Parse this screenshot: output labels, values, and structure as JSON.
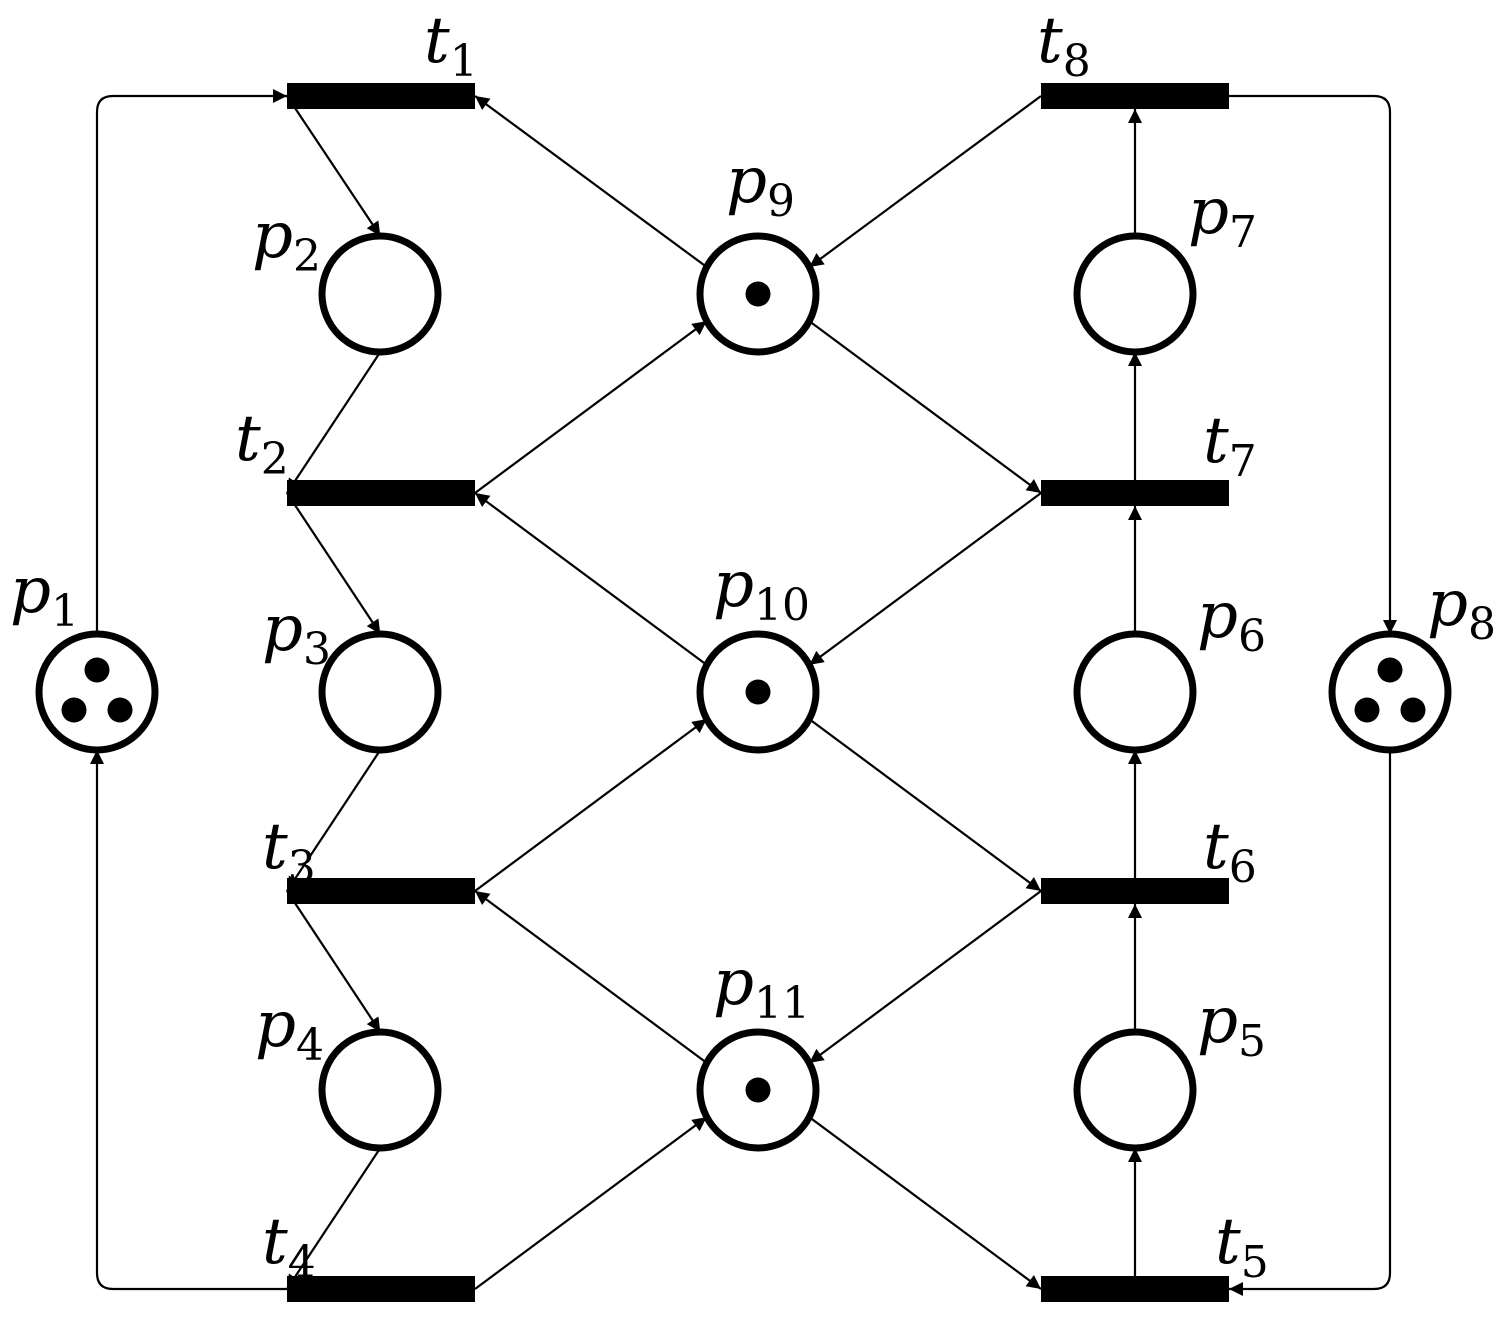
{
  "places": [
    {
      "id": "p1",
      "base": "p",
      "sub": "1",
      "tokens": 3
    },
    {
      "id": "p2",
      "base": "p",
      "sub": "2",
      "tokens": 0
    },
    {
      "id": "p3",
      "base": "p",
      "sub": "3",
      "tokens": 0
    },
    {
      "id": "p4",
      "base": "p",
      "sub": "4",
      "tokens": 0
    },
    {
      "id": "p5",
      "base": "p",
      "sub": "5",
      "tokens": 0
    },
    {
      "id": "p6",
      "base": "p",
      "sub": "6",
      "tokens": 0
    },
    {
      "id": "p7",
      "base": "p",
      "sub": "7",
      "tokens": 0
    },
    {
      "id": "p8",
      "base": "p",
      "sub": "8",
      "tokens": 3
    },
    {
      "id": "p9",
      "base": "p",
      "sub": "9",
      "tokens": 1
    },
    {
      "id": "p10",
      "base": "p",
      "sub": "10",
      "tokens": 1
    },
    {
      "id": "p11",
      "base": "p",
      "sub": "11",
      "tokens": 1
    }
  ],
  "transitions": [
    {
      "id": "t1",
      "base": "t",
      "sub": "1"
    },
    {
      "id": "t2",
      "base": "t",
      "sub": "2"
    },
    {
      "id": "t3",
      "base": "t",
      "sub": "3"
    },
    {
      "id": "t4",
      "base": "t",
      "sub": "4"
    },
    {
      "id": "t5",
      "base": "t",
      "sub": "5"
    },
    {
      "id": "t6",
      "base": "t",
      "sub": "6"
    },
    {
      "id": "t7",
      "base": "t",
      "sub": "7"
    },
    {
      "id": "t8",
      "base": "t",
      "sub": "8"
    }
  ],
  "arcs": [
    {
      "from": "p1",
      "to": "t1"
    },
    {
      "from": "t1",
      "to": "p2"
    },
    {
      "from": "p2",
      "to": "t2"
    },
    {
      "from": "t2",
      "to": "p3"
    },
    {
      "from": "p3",
      "to": "t3"
    },
    {
      "from": "t3",
      "to": "p4"
    },
    {
      "from": "p4",
      "to": "t4"
    },
    {
      "from": "t4",
      "to": "p1"
    },
    {
      "from": "p8",
      "to": "t5"
    },
    {
      "from": "t5",
      "to": "p5"
    },
    {
      "from": "p5",
      "to": "t6"
    },
    {
      "from": "t6",
      "to": "p6"
    },
    {
      "from": "p6",
      "to": "t7"
    },
    {
      "from": "t7",
      "to": "p7"
    },
    {
      "from": "p7",
      "to": "t8"
    },
    {
      "from": "t8",
      "to": "p8"
    },
    {
      "from": "p9",
      "to": "t1"
    },
    {
      "from": "t2",
      "to": "p9"
    },
    {
      "from": "p9",
      "to": "t7"
    },
    {
      "from": "t8",
      "to": "p9"
    },
    {
      "from": "p10",
      "to": "t2"
    },
    {
      "from": "t3",
      "to": "p10"
    },
    {
      "from": "p10",
      "to": "t6"
    },
    {
      "from": "t7",
      "to": "p10"
    },
    {
      "from": "p11",
      "to": "t3"
    },
    {
      "from": "t4",
      "to": "p11"
    },
    {
      "from": "p11",
      "to": "t5"
    },
    {
      "from": "t6",
      "to": "p11"
    }
  ]
}
